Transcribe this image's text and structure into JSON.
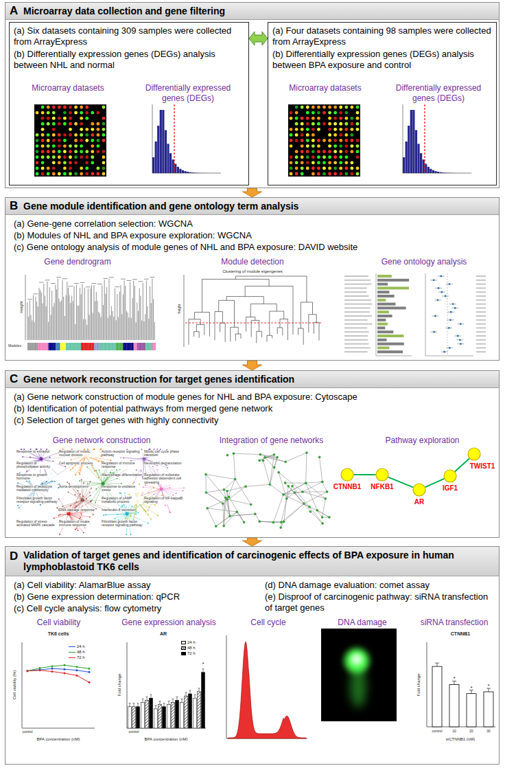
{
  "diagram": {
    "nodes": [
      {
        "text": [
          "A",
          "Microarray data collection and gene filtering"
        ]
      },
      {
        "text": [
          "(a) Six datasets containing 309 samples were collected from ArrayExpress",
          "(b) Differentially expression genes (DEGs) analysis between NHL and normal",
          "Microarray datasets",
          "Differentially expressed genes (DEGs)"
        ],
        "in": 0
      },
      {
        "text": [
          "(a) Four datasets containing 98 samples were collected from ArrayExpress",
          "(b) Differentially expression genes (DEGs) analysis between BPA exposure and control",
          "Microarray datasets",
          "Differentially expressed genes (DEGs)"
        ],
        "in": 0
      },
      {
        "text": [
          "B",
          "Gene module identification and gene ontology term analysis",
          "(a) Gene-gene correlation selection: WGCNA",
          "(b) Modules of NHL and BPA exposure exploration: WGCNA",
          "(c) Gene ontology analysis of module genes of NHL and BPA exposure: DAVID website",
          "Gene dendrogram",
          "Module detection",
          "Gene ontology analysis"
        ]
      },
      {
        "text": [
          "C",
          "Gene network reconstruction for target genes identification",
          "(a) Gene network construction of module genes for NHL and BPA exposure: Cytoscape",
          "(b) Identification of potential pathways from merged gene network",
          "(c) Selection of target genes with highly connectivity",
          "Gene network construction",
          "Integration of gene networks",
          "Pathway exploration"
        ]
      },
      {
        "text": [
          "CTNNB1"
        ],
        "in": 4
      },
      {
        "text": [
          "NFKB1"
        ],
        "in": 4
      },
      {
        "text": [
          "AR"
        ],
        "in": 4
      },
      {
        "text": [
          "IGF1"
        ],
        "in": 4
      },
      {
        "text": [
          "TWIST1"
        ],
        "in": 4
      },
      {
        "text": [
          "D",
          "Validation of target genes and identification of carcinogenic effects of BPA exposure in human lymphoblastoid TK6 cells",
          "(a) Cell viability: AlamarBlue assay",
          "(b) Gene expression determination: qPCR",
          "(c) Cell cycle analysis: flow cytometry",
          "(d) DNA damage evaluation: comet assay",
          "(e) Disproof of carcinogenic pathway: siRNA transfection of target genes",
          "Cell viability",
          "Gene expression analysis",
          "Cell cycle",
          "DNA damage",
          "siRNA transfection"
        ]
      }
    ],
    "edges": [
      {
        "from": 1,
        "to": 2,
        "arrow": "both"
      },
      {
        "from": 0,
        "to": 3,
        "arrow": "to"
      },
      {
        "from": 3,
        "to": 4,
        "arrow": "to"
      },
      {
        "from": 5,
        "to": 6,
        "arrow": "none"
      },
      {
        "from": 6,
        "to": 7,
        "arrow": "none"
      },
      {
        "from": 7,
        "to": 8,
        "arrow": "none"
      },
      {
        "from": 8,
        "to": 9,
        "arrow": "none"
      },
      {
        "from": 4,
        "to": 10,
        "arrow": "to"
      }
    ],
    "labels": [
      "Height",
      "Modules",
      "Clustering of module eigengenes",
      "Height",
      "Response to estradiol",
      "Regulation of mitotic nuclear division",
      "Activin receptor signaling pathway",
      "Mitotic cell cycle phase transition",
      "Regulation of phospholipase activity",
      "Cell apoptotic process",
      "Regulation of immune response",
      "Neutrophil degranulation",
      "Response to growth hormone",
      "Macrophage differentiation",
      "Regulation of substrate adhesion dependent cell spreading",
      "Regulation of leukocyte mediated cytotoxicity",
      "Aorta development",
      "Response to oxidative stress",
      "Fibroblast growth factor receptor signaling pathway",
      "Regulation of cAMP metabolic process",
      "Regulation of NF-kappaB signaling",
      "DNA damage response",
      "Interleukin-8 secretion",
      "Regulation of stress-activated MAPK cascade",
      "Regulation of innate immune response",
      "Fibroblast growth factor receptor signaling pathway",
      "TK6 cells",
      "Cell viability (%)",
      "control",
      "BPA concentration (nM)",
      "AR",
      "Fold change",
      "control",
      "BPA concentration (nM)",
      "*",
      "CTNNB1",
      "Fold change",
      "control",
      "10",
      "20",
      "30",
      "siCTNNB1 (nM)",
      "*",
      "*",
      "*"
    ],
    "legend": [
      {
        "text": "24 h"
      },
      {
        "text": "48 h"
      },
      {
        "text": "72 h"
      },
      {
        "text": "24 h",
        "color": "#ffffff"
      },
      {
        "text": "48 h"
      },
      {
        "text": "72 h",
        "color": "#000000"
      }
    ]
  }
}
